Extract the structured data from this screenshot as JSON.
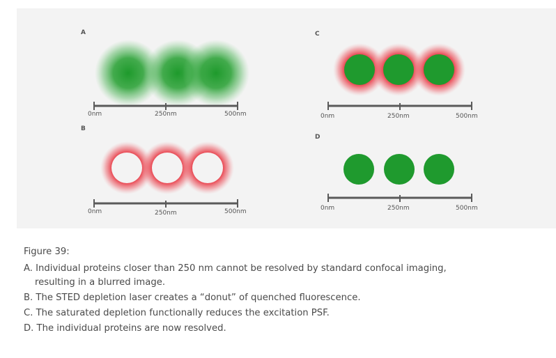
{
  "figure": {
    "panels": [
      {
        "label": "A",
        "scale": [
          "0nm",
          "250nm",
          "500nm"
        ]
      },
      {
        "label": "B",
        "scale": [
          "0nm",
          "250nm",
          "500nm"
        ]
      },
      {
        "label": "C",
        "scale": [
          "0nm",
          "250nm",
          "500nm"
        ]
      },
      {
        "label": "D",
        "scale": [
          "0nm",
          "250nm",
          "500nm"
        ]
      }
    ],
    "colors": {
      "green": "#1f9a2e",
      "red": "#e02a36",
      "scale_bar": "#5a5a5a",
      "background": "#f3f3f3"
    }
  },
  "caption": {
    "title": "Figure 39:",
    "items": [
      {
        "line1": "A. Individual proteins closer than 250 nm cannot be resolved by standard confocal imaging,",
        "line2": "resulting in a blurred image."
      },
      {
        "line1": "B. The STED depletion laser creates a “donut” of quenched fluorescence."
      },
      {
        "line1": "C. The saturated depletion functionally reduces the excitation PSF."
      },
      {
        "line1": "D. The individual proteins are now resolved."
      }
    ]
  }
}
